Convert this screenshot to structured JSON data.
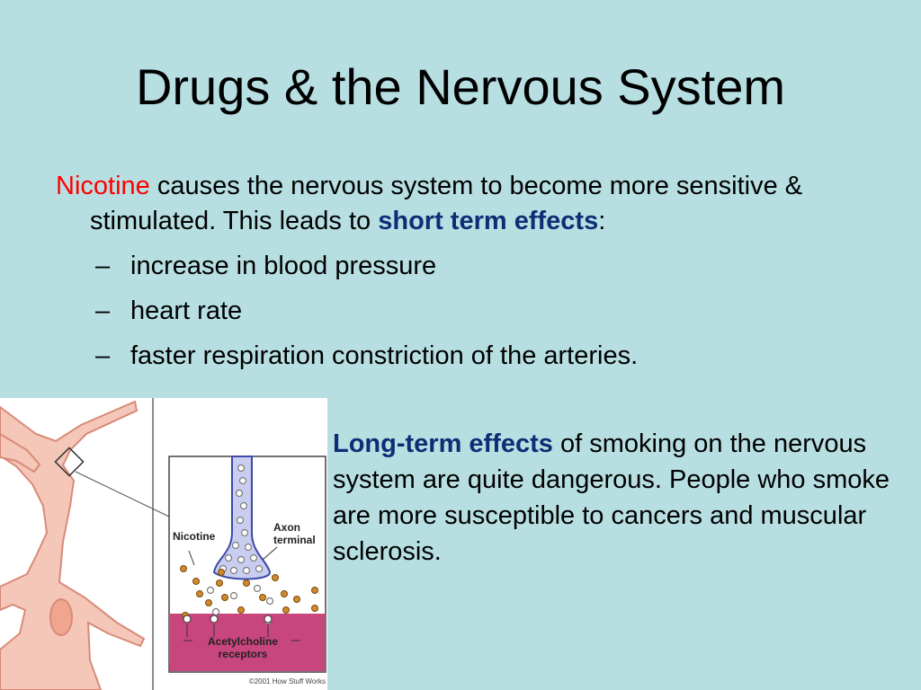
{
  "title": "Drugs & the Nervous System",
  "intro": {
    "highlight": "Nicotine",
    "text_before": "causes the nervous system to become more sensitive & stimulated. This leads to",
    "emphasis": "short term effects",
    "text_after": ":"
  },
  "effects": [
    {
      "dash": "–",
      "text": "increase in blood pressure"
    },
    {
      "dash": "–",
      "text": "heart rate"
    },
    {
      "dash": "–",
      "text": "faster respiration constriction of the arteries."
    }
  ],
  "long_term": {
    "emphasis": "Long-term effects",
    "text": "of smoking on the nervous system are quite dangerous. People who smoke are more susceptible to cancers and muscular sclerosis."
  },
  "figure": {
    "label_nicotine": "Nicotine",
    "label_axon_1": "Axon",
    "label_axon_2": "terminal",
    "label_receptors_1": "Acetylcholine",
    "label_receptors_2": "receptors",
    "credit": "©2001 How Stuff Works"
  },
  "colors": {
    "background": "#b7dfe2",
    "highlight_red": "#ff0000",
    "emphasis_blue": "#0d2e75",
    "neuron": "#f4c7b8",
    "axon_terminal": "#c9cdf0",
    "membrane": "#c8467e",
    "nicotine_dot": "#d08a2a"
  }
}
